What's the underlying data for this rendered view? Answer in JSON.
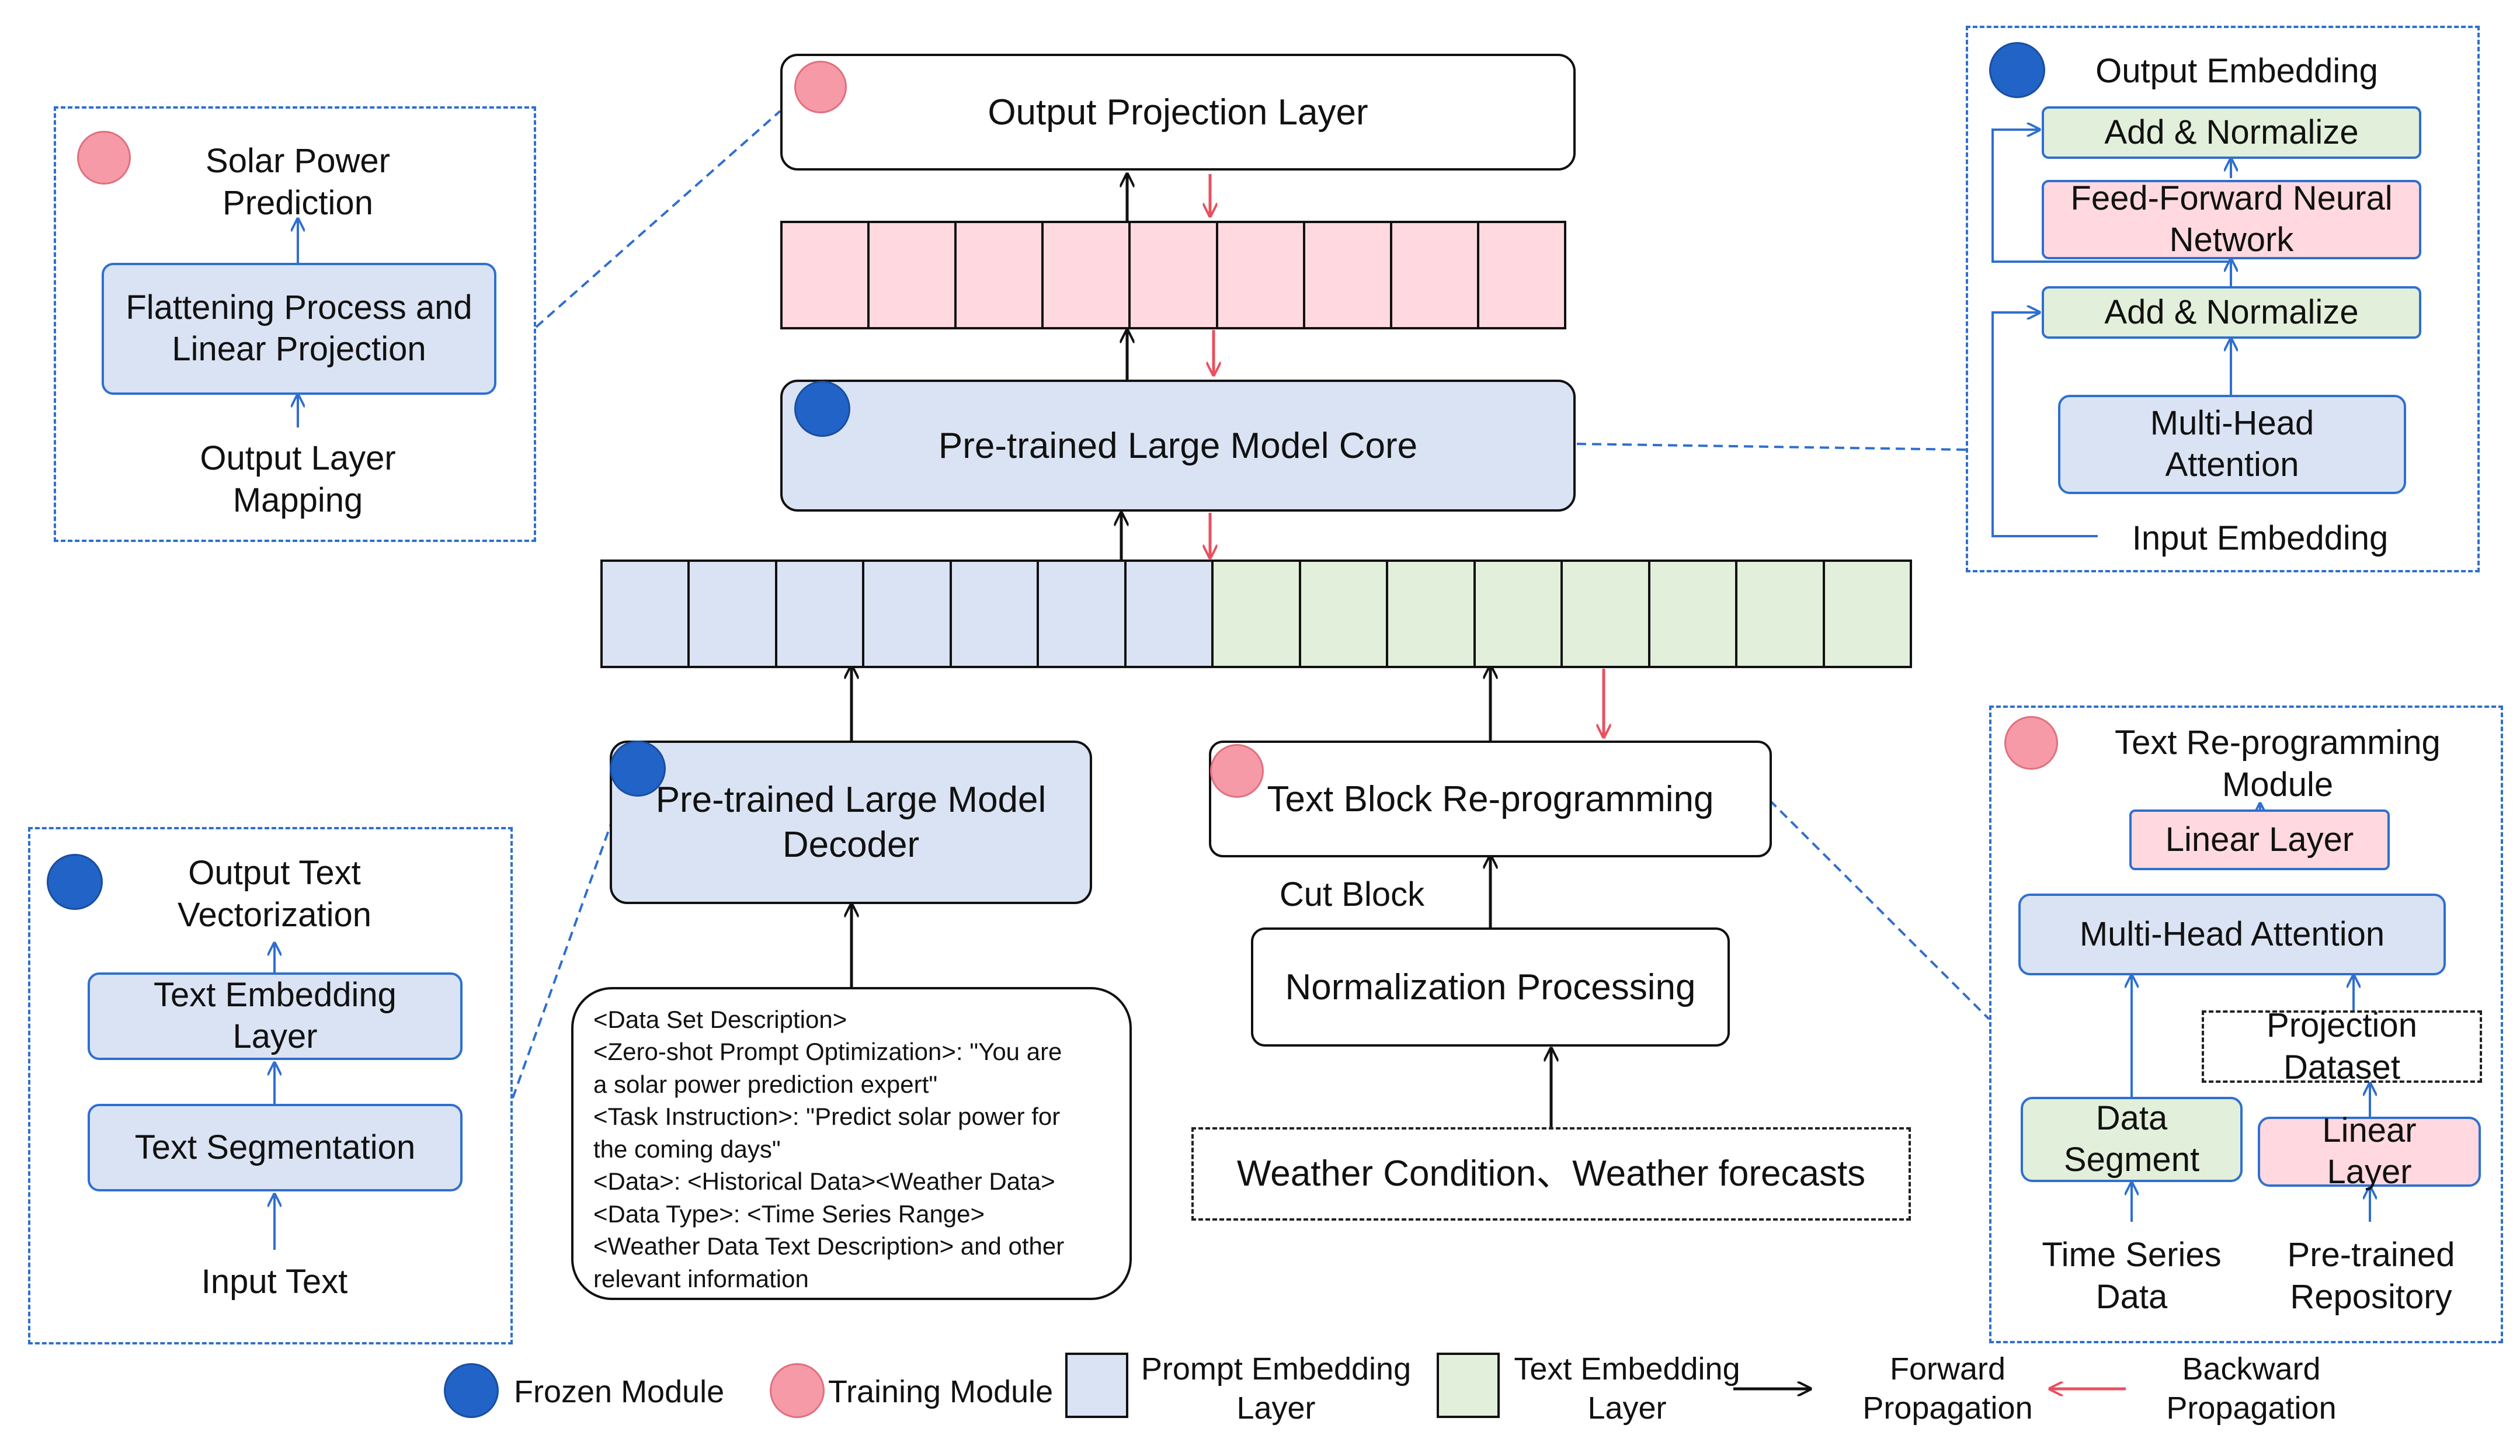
{
  "core": {
    "output_projection": "Output Projection Layer",
    "llm_core": "Pre-trained Large Model Core",
    "llm_decoder": "Pre-trained Large Model Decoder",
    "text_block_reprog": "Text Block Re-programming",
    "cut_block": "Cut Block",
    "normalization": "Normalization Processing",
    "weather_input": "Weather Condition、Weather forecasts",
    "prompt_text": [
      "<Data Set Description>",
      "<Zero-shot Prompt Optimization>: \"You are",
      "a solar power prediction expert\"",
      "<Task Instruction>: \"Predict solar power for",
      "the coming days\"",
      "<Data>: <Historical Data><Weather Data>",
      "<Data Type>: <Time Series Range>",
      "<Weather Data Text Description> and other",
      "relevant information"
    ]
  },
  "panel_output": {
    "title": "Solar Power Prediction",
    "flatten": "Flattening Process and Linear Projection",
    "mapping": "Output Layer Mapping"
  },
  "panel_embedding": {
    "title": "Output Embedding",
    "add_norm_top": "Add & Normalize",
    "ffn": "Feed-Forward Neural Network",
    "add_norm_bottom": "Add & Normalize",
    "mha": "Multi-Head Attention",
    "input": "Input Embedding"
  },
  "panel_text": {
    "title": "Output Text Vectorization",
    "embedding": "Text Embedding Layer",
    "segmentation": "Text Segmentation",
    "input": "Input Text"
  },
  "panel_reprog": {
    "title": "Text Re-programming Module",
    "linear_top": "Linear Layer",
    "mha": "Multi-Head Attention",
    "projection": "Projection Dataset",
    "data_segment": "Data Segment",
    "linear_bottom": "Linear Layer",
    "ts_data": "Time Series Data",
    "repository": "Pre-trained Repository"
  },
  "legend": {
    "frozen": "Frozen Module",
    "training": "Training Module",
    "prompt_embedding": "Prompt Embedding Layer",
    "text_embedding": "Text Embedding Layer",
    "forward": "Forward Propagation",
    "backward": "Backward Propagation"
  },
  "colors": {
    "frozen": "#2163c6",
    "training": "#f59aa6",
    "prompt_fill": "#dae3f3",
    "text_fill": "#e2efda",
    "pink_fill": "#ffd9df",
    "link_blue": "#2f6fcf",
    "backward_red": "#e8505f"
  }
}
